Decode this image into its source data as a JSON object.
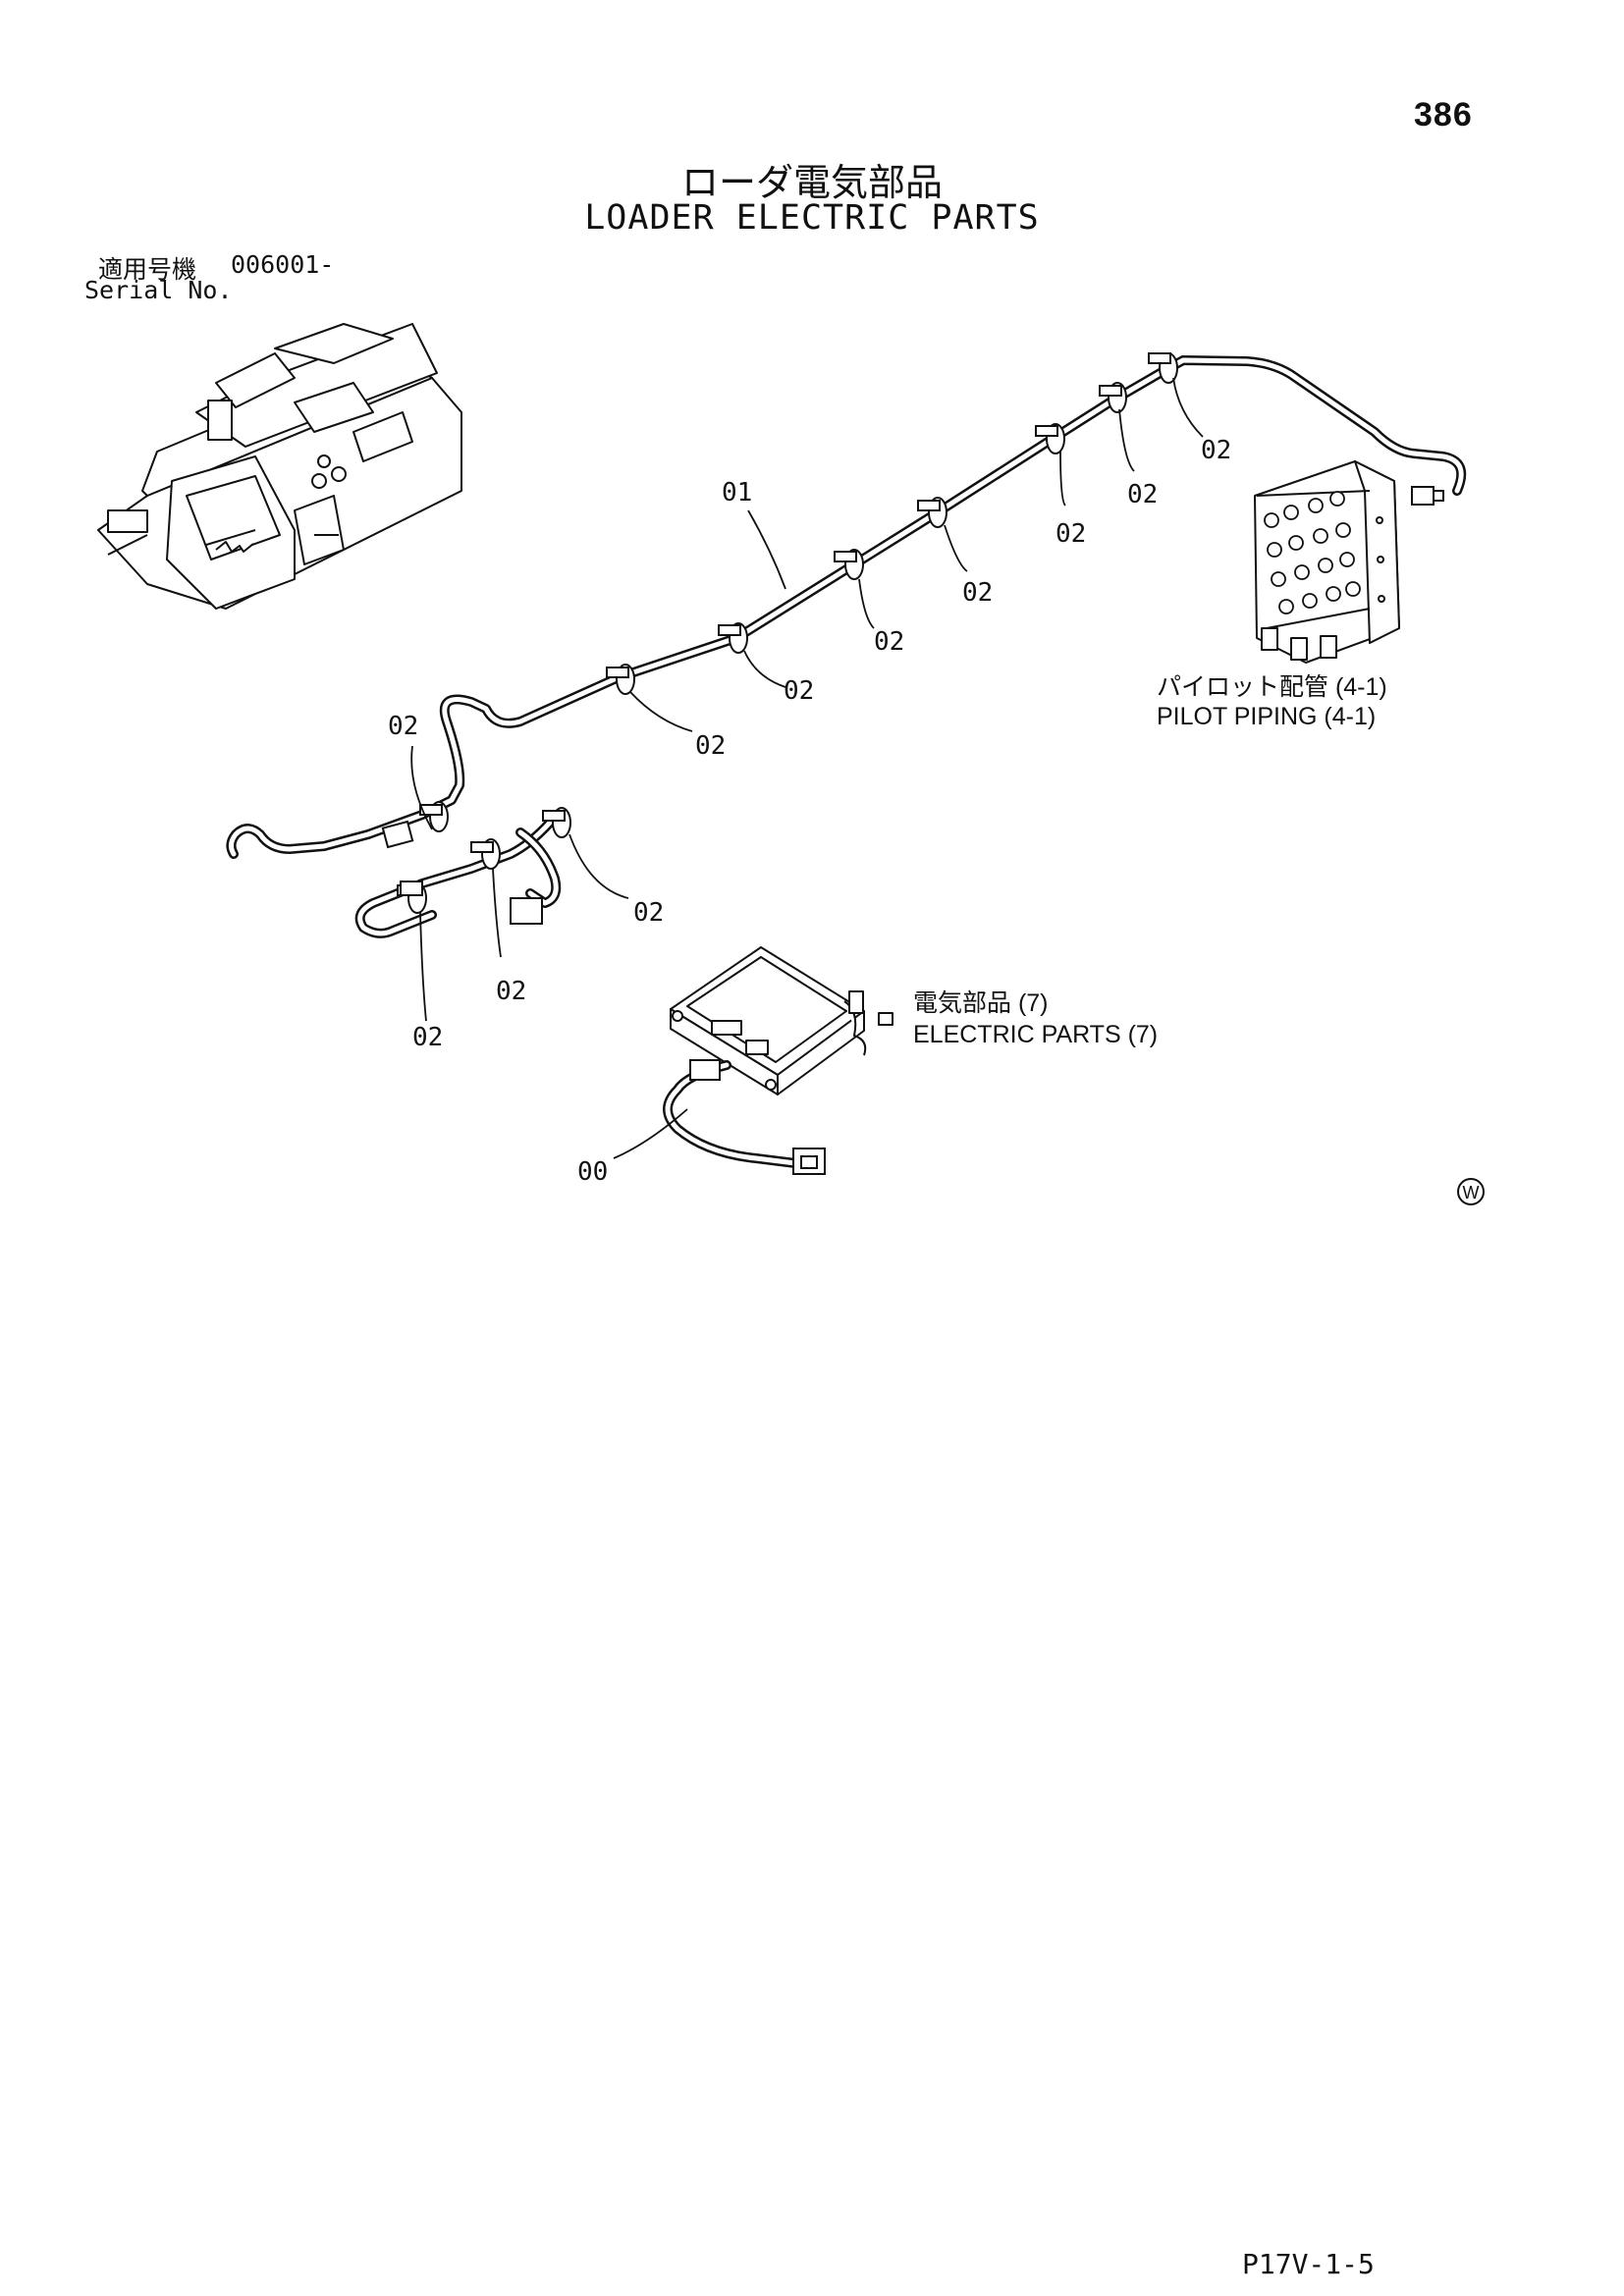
{
  "page": {
    "number": "386",
    "title_ja": "ローダ電気部品",
    "title_en": "LOADER ELECTRIC PARTS",
    "serial_label_ja": "適用号機",
    "serial_value": "006001-",
    "serial_label_en": "Serial No.",
    "footer_code": "P17V-1-5"
  },
  "references": {
    "pilot_piping_ja": "パイロット配管 (4-1)",
    "pilot_piping_en": "PILOT PIPING (4-1)",
    "electric_parts_ja": "電気部品 (7)",
    "electric_parts_en": "ELECTRIC PARTS (7)"
  },
  "callouts": {
    "harness_main": "01",
    "clamp": "02",
    "harness_controller": "00"
  },
  "symbols": {
    "corner_mark": "W",
    "corner_mark_icon": "circled-w-icon"
  }
}
